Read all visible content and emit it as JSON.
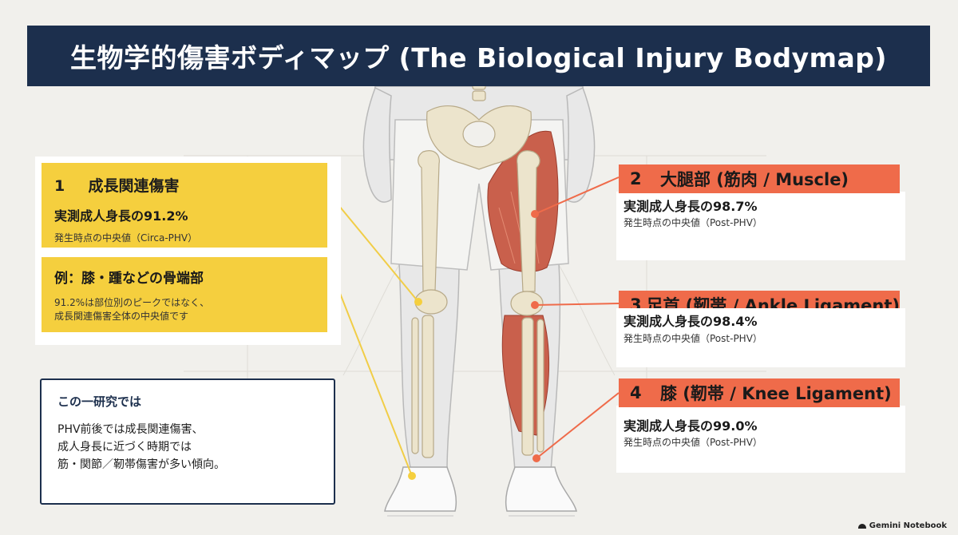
{
  "title": "生物学的傷害ボディマップ (The Biological Injury Bodymap)",
  "left_panel": {
    "card1": {
      "number": "1",
      "heading": "成長関連傷害",
      "stat": "実測成人身長の91.2%",
      "sub": "発生時点の中央値（Circa-PHV）"
    },
    "card2": {
      "heading": "例：膝・踵などの骨端部",
      "note_line1": "91.2%は部位別のピークではなく、",
      "note_line2": "成長関連傷害全体の中央値です"
    }
  },
  "summary": {
    "heading": "この一研究では",
    "line1": "PHV前後では成長関連傷害、",
    "line2": "成人身長に近づく時期では",
    "line3": "筋・関節／靭帯傷害が多い傾向。"
  },
  "callouts": [
    {
      "number": "2",
      "label": "大腿部 (筋肉 / Muscle)",
      "stat": "実測成人身長の98.7%",
      "sub": "発生時点の中央値（Post-PHV）"
    },
    {
      "number": "3",
      "label": "足首 (靭帯 / Ankle Ligament)",
      "stat": "実測成人身長の98.4%",
      "sub": "発生時点の中央値（Post-PHV）"
    },
    {
      "number": "4",
      "label": "膝 (靭帯 / Knee Ligament)",
      "stat": "実測成人身長の99.0%",
      "sub": "発生時点の中央値（Post-PHV）"
    }
  ],
  "footer": {
    "logo_text": "Gemini Notebook"
  },
  "colors": {
    "navy": "#1c2f4d",
    "yellow": "#f5cf3e",
    "coral": "#ef6b4a",
    "muscle": "#c9604c",
    "bone": "#ece4cc"
  }
}
